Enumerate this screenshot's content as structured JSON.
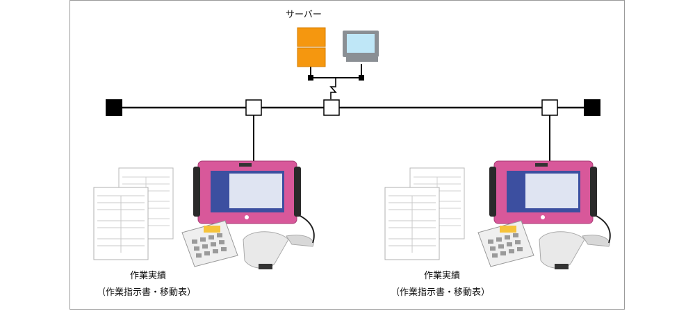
{
  "server": {
    "label": "サーバー"
  },
  "stations": [
    {
      "caption_line1": "作業実績",
      "caption_line2": "（作業指示書・移動表）"
    },
    {
      "caption_line1": "作業実績",
      "caption_line2": "（作業指示書・移動表）"
    }
  ],
  "colors": {
    "server_box": "#f5970f",
    "monitor_body": "#8a8f94",
    "monitor_screen": "#bfe7f7",
    "terminal_body": "#d8589a",
    "terminal_screen": "#3c4fa0",
    "line": "#000000",
    "terminator": "#000000"
  },
  "icons": [
    "server-icon",
    "monitor-icon",
    "terminal-icon",
    "keypad-icon",
    "barcode-scanner-icon",
    "document-icon"
  ]
}
